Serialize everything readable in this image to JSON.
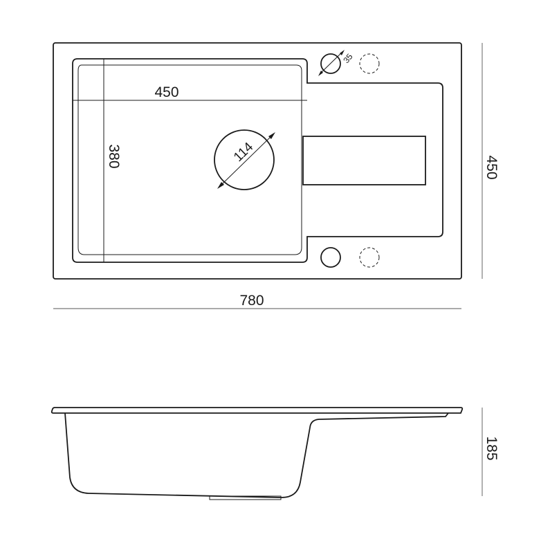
{
  "dimensions": {
    "overall_width": "780",
    "overall_depth": "450",
    "bowl_width": "450",
    "bowl_depth": "380",
    "drain_diameter": "114",
    "tap_hole_diameter": "35",
    "sink_height": "185"
  },
  "colors": {
    "line": "#1a1a1a",
    "dimension_line": "#555555",
    "background": "#ffffff"
  }
}
